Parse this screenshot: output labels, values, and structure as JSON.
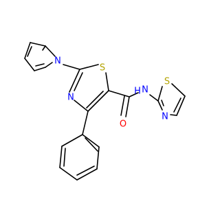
{
  "diagram": {
    "type": "chemical-structure",
    "colors": {
      "carbon_bond": "#000000",
      "nitrogen": "#0000ff",
      "oxygen": "#ff0000",
      "sulfur": "#b3a300"
    },
    "atoms": [
      {
        "id": "n_pyrrole",
        "label": "N",
        "element": "N"
      },
      {
        "id": "s_thiazole_main",
        "label": "S",
        "element": "S"
      },
      {
        "id": "n_thiazole_main",
        "label": "N",
        "element": "N"
      },
      {
        "id": "o_carbonyl",
        "label": "O",
        "element": "O"
      },
      {
        "id": "nh_amide",
        "label": "N",
        "element": "N"
      },
      {
        "id": "h_amide",
        "label": "H",
        "element": "N"
      },
      {
        "id": "s_thiazole_right",
        "label": "S",
        "element": "S"
      },
      {
        "id": "n_thiazole_right",
        "label": "N",
        "element": "N"
      }
    ]
  }
}
